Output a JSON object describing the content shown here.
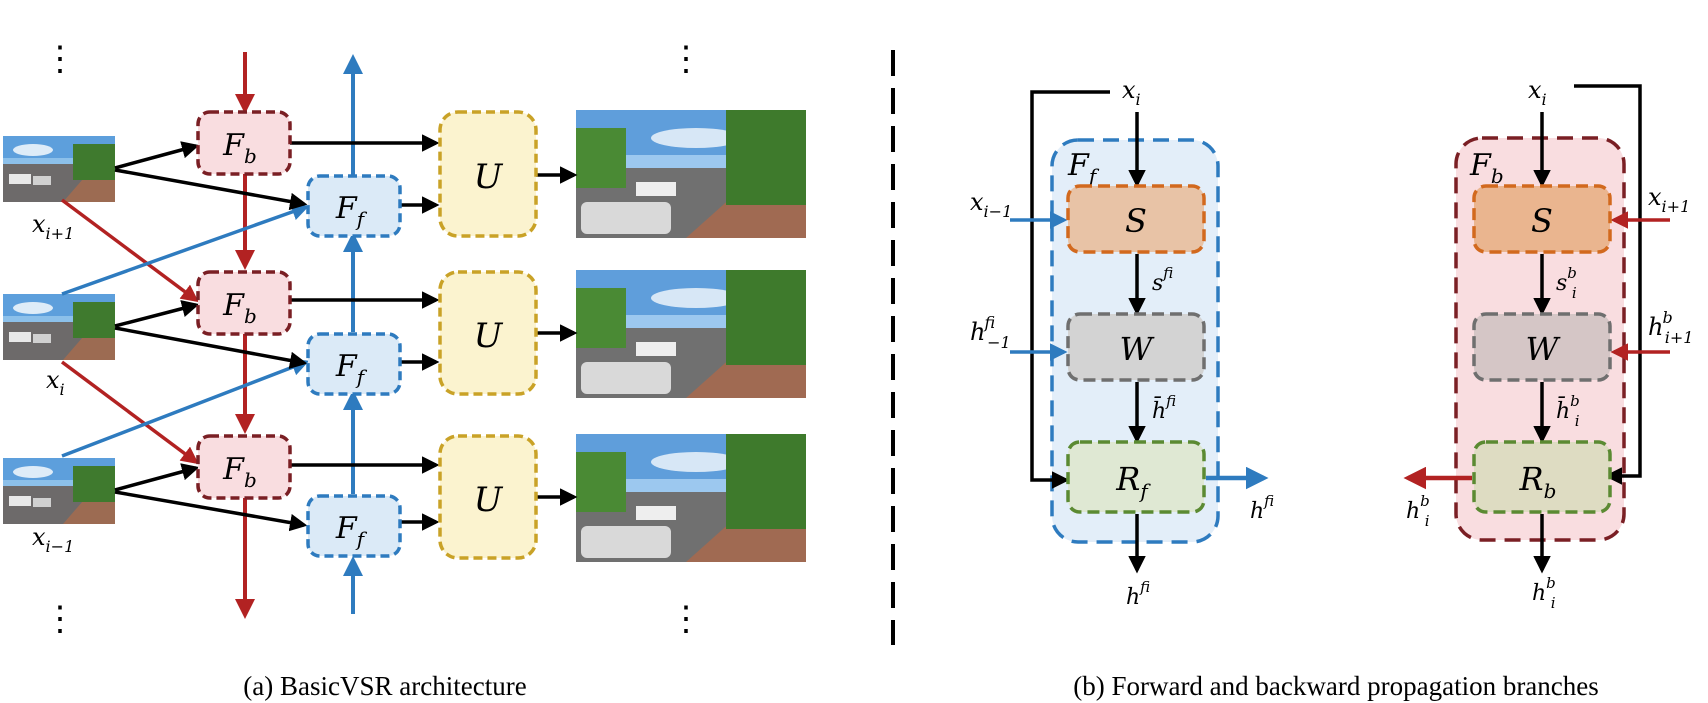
{
  "left_panel": {
    "caption": "(a) BasicVSR architecture",
    "inputs": [
      {
        "base": "x",
        "sub": "i+1"
      },
      {
        "base": "x",
        "sub": "i"
      },
      {
        "base": "x",
        "sub": "i−1"
      }
    ],
    "backward_module": {
      "base": "F",
      "sub": "b"
    },
    "forward_module": {
      "base": "F",
      "sub": "f"
    },
    "upsample_module": "U",
    "ellipsis": "⋮"
  },
  "right_panel": {
    "caption": "(b) Forward and backward propagation branches",
    "forward_branch": {
      "container": {
        "base": "F",
        "sub": "f"
      },
      "input_top": {
        "base": "x",
        "sub": "i"
      },
      "side_input_1": {
        "base": "x",
        "sub": "i−1"
      },
      "side_input_2": {
        "base": "h",
        "sup": "f",
        "sub": "i−1"
      },
      "spynet": "S",
      "flow": {
        "base": "s",
        "sup": "f",
        "sub": "i"
      },
      "warp": "W",
      "warped": {
        "base": "h̄",
        "sup": "f",
        "sub": "i"
      },
      "residual": {
        "base": "R",
        "sub": "f"
      },
      "output_right": {
        "base": "h",
        "sup": "f",
        "sub": "i"
      },
      "output_bottom": {
        "base": "h",
        "sup": "f",
        "sub": "i"
      }
    },
    "backward_branch": {
      "container": {
        "base": "F",
        "sub": "b"
      },
      "input_top": {
        "base": "x",
        "sub": "i"
      },
      "side_input_1": {
        "base": "x",
        "sub": "i+1"
      },
      "side_input_2": {
        "base": "h",
        "sup": "b",
        "sub": "i+1"
      },
      "spynet": "S",
      "flow": {
        "base": "s",
        "sup": "b",
        "sub": "i"
      },
      "warp": "W",
      "warped": {
        "base": "h̄",
        "sup": "b",
        "sub": "i"
      },
      "residual": {
        "base": "R",
        "sub": "b"
      },
      "output_left": {
        "base": "h",
        "sup": "b",
        "sub": "i"
      },
      "output_bottom": {
        "base": "h",
        "sup": "b",
        "sub": "i"
      }
    }
  },
  "colors": {
    "backward": "#b22222",
    "forward": "#2e7bbf",
    "black": "#000000",
    "fb_fill": "#f9dde0",
    "fb_border": "#7a1f24",
    "ff_fill": "#dbeaf7",
    "ff_border": "#2e7bbf",
    "u_fill": "#fbf3cf",
    "u_border": "#c9a227",
    "s_fill": "#e8c3a6",
    "s_border": "#d2691e",
    "w_fill": "#d3d3d3",
    "w_border": "#6f6f6f",
    "r_fill": "#dfe8d3",
    "r_border": "#5b8a32",
    "fcont_fill": "#e3eef9",
    "bcont_fill": "#f9dde0"
  }
}
